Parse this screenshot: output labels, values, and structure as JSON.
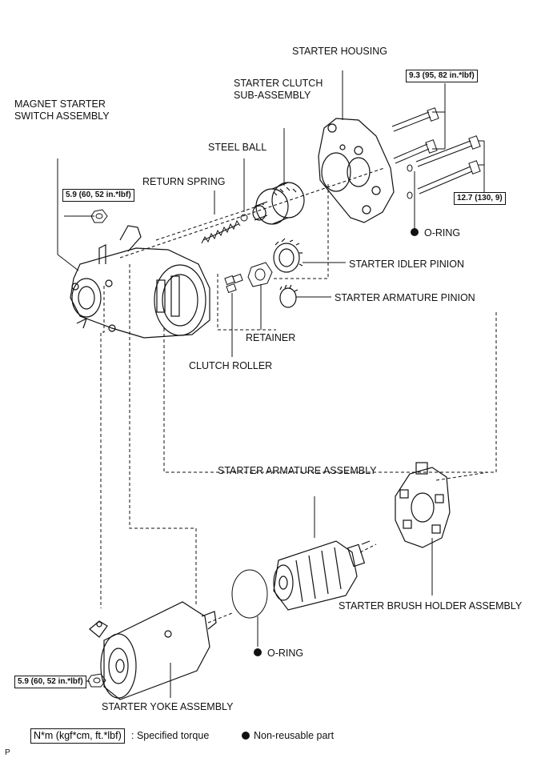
{
  "labels": {
    "starter_housing": "STARTER HOUSING",
    "starter_clutch": "STARTER CLUTCH",
    "sub_assembly": "SUB-ASSEMBLY",
    "magnet_starter": "MAGNET STARTER",
    "switch_assembly": "SWITCH ASSEMBLY",
    "steel_ball": "STEEL BALL",
    "return_spring": "RETURN SPRING",
    "o_ring_top": "O-RING",
    "starter_idler_pinion": "STARTER IDLER PINION",
    "starter_armature_pinion": "STARTER ARMATURE PINION",
    "retainer": "RETAINER",
    "clutch_roller": "CLUTCH ROLLER",
    "starter_armature_assembly": "STARTER ARMATURE ASSEMBLY",
    "starter_brush_holder_assembly": "STARTER BRUSH HOLDER ASSEMBLY",
    "o_ring_bottom": "O-RING",
    "starter_yoke_assembly": "STARTER YOKE ASSEMBLY",
    "corner_mark": "P"
  },
  "torques": {
    "housing_bolts": "9.3 (95, 82 in.*lbf)",
    "through_bolts": "12.7 (130, 9)",
    "switch_nut": "5.9 (60, 52 in.*lbf)",
    "yoke_nut": "5.9 (60, 52 in.*lbf)"
  },
  "legend": {
    "torque_unit": "N*m (kgf*cm, ft.*lbf)",
    "torque_desc": ": Specified torque",
    "nonreusable_desc": "Non-reusable part"
  }
}
